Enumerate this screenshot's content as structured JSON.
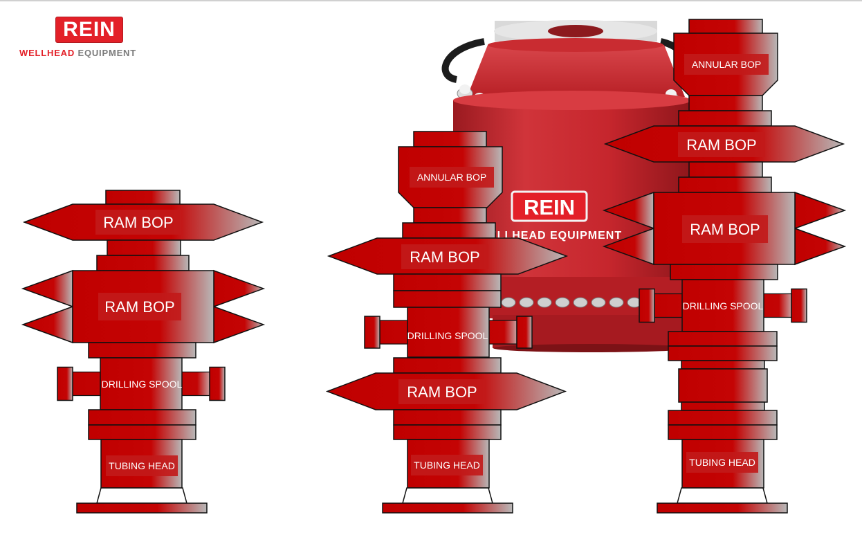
{
  "brand": {
    "logo_text": "REIN",
    "subtitle_red": "WELLHEAD",
    "subtitle_gray": "EQUIPMENT",
    "colors": {
      "red": "#e32028",
      "gray": "#7a7a7a"
    }
  },
  "product_photo": {
    "logo_text": "REIN",
    "subtitle": "WELLHEAD EQUIPMENT",
    "body_color": "#c8262d"
  },
  "stacks": [
    {
      "name": "left",
      "labels": {
        "ram_bop_1": "RAM BOP",
        "ram_bop_double": "RAM BOP",
        "drilling_spool": "DRILLING SPOOL",
        "tubing_head": "TUBING HEAD"
      }
    },
    {
      "name": "middle",
      "labels": {
        "annular_bop": "ANNULAR BOP",
        "ram_bop_1": "RAM BOP",
        "drilling_spool": "DRILLING SPOOL",
        "ram_bop_2": "RAM BOP",
        "tubing_head": "TUBING HEAD"
      }
    },
    {
      "name": "right",
      "labels": {
        "annular_bop": "ANNULAR BOP",
        "ram_bop_1": "RAM BOP",
        "ram_bop_double": "RAM BOP",
        "drilling_spool": "DRILLING SPOOL",
        "tubing_head": "TUBING HEAD"
      }
    }
  ],
  "component_colors": {
    "red": "#c00000",
    "gray": "#b0b0b0",
    "label_bg": "#c01818"
  }
}
